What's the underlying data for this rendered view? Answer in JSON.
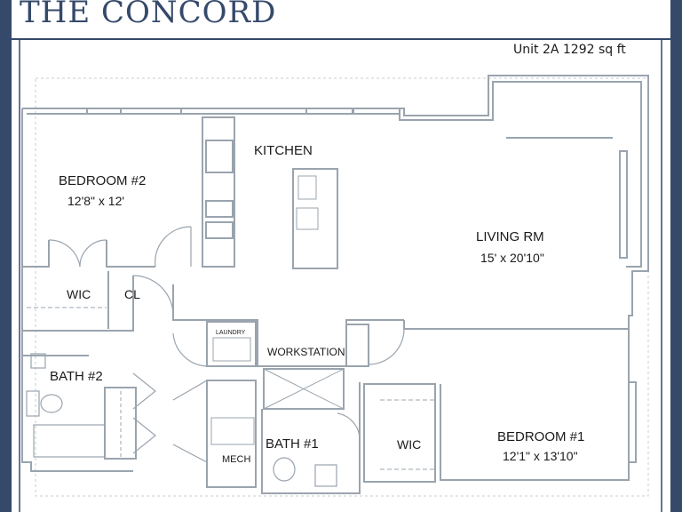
{
  "title": "THE CONCORD",
  "unit_info": "Unit 2A 1292 sq ft",
  "colors": {
    "frame": "#35496a",
    "wall": "#9aa4ae",
    "text": "#1a1a1a"
  },
  "rooms": {
    "kitchen": {
      "name": "KITCHEN"
    },
    "bedroom2": {
      "name": "BEDROOM #2",
      "size": "12'8\" x 12'"
    },
    "living": {
      "name": "LIVING RM",
      "size": "15' x 20'10\""
    },
    "wic_left": {
      "name": "WIC"
    },
    "closet": {
      "name": "CL"
    },
    "laundry": {
      "name": "LAUNDRY"
    },
    "workstation": {
      "name": "WORKSTATION"
    },
    "bath2": {
      "name": "BATH #2"
    },
    "mech": {
      "name": "MECH"
    },
    "bath1": {
      "name": "BATH #1"
    },
    "wic_right": {
      "name": "WIC"
    },
    "bedroom1": {
      "name": "BEDROOM #1",
      "size": "12'1\" x 13'10\""
    }
  }
}
